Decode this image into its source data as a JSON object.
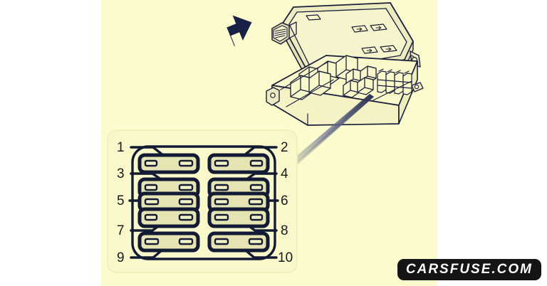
{
  "image": {
    "title": "Fuse box diagram - relay box layout",
    "background_color": "#ffffff",
    "plate_color": "#fbfbcd",
    "ink_color": "#1b1f3b",
    "arrow_color": "#192046"
  },
  "fusebox": {
    "name": "relay-and-fuse-box",
    "lid_label": "open lid",
    "arrow_label": "release latch arrow",
    "pointer_label": "callout pointer to fuse layout diagram"
  },
  "diagram": {
    "name": "fuse-slot-layout",
    "rows": 5,
    "columns": 2,
    "slot_count": 10,
    "slots": [
      {
        "id": 1,
        "label": "1",
        "side": "left",
        "row": 1
      },
      {
        "id": 2,
        "label": "2",
        "side": "right",
        "row": 1
      },
      {
        "id": 3,
        "label": "3",
        "side": "left",
        "row": 2
      },
      {
        "id": 4,
        "label": "4",
        "side": "right",
        "row": 2
      },
      {
        "id": 5,
        "label": "5",
        "side": "left",
        "row": 3
      },
      {
        "id": 6,
        "label": "6",
        "side": "right",
        "row": 3
      },
      {
        "id": 7,
        "label": "7",
        "side": "left",
        "row": 4
      },
      {
        "id": 8,
        "label": "8",
        "side": "right",
        "row": 4
      },
      {
        "id": 9,
        "label": "9",
        "side": "left",
        "row": 5
      },
      {
        "id": 10,
        "label": "10",
        "side": "right",
        "row": 5
      }
    ],
    "callout_labels": {
      "n1": "1",
      "n2": "2",
      "n3": "3",
      "n4": "4",
      "n5": "5",
      "n6": "6",
      "n7": "7",
      "n8": "8",
      "n9": "9",
      "n10": "10"
    }
  },
  "watermark": {
    "text": "CARSFUSE.COM",
    "background_color": "#151515",
    "text_color": "#ffffff"
  }
}
